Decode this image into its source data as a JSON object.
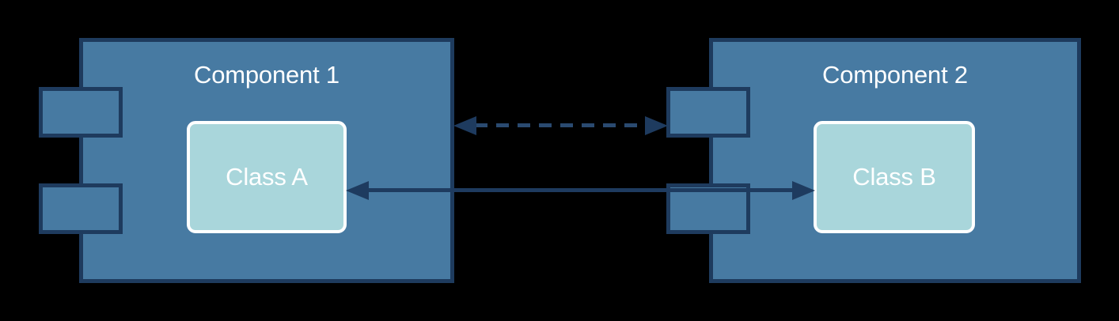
{
  "diagram": {
    "type": "uml-component-diagram",
    "palette": {
      "component_fill": "#477AA2",
      "component_border": "#1E3B5E",
      "class_fill": "#A9D6DB",
      "class_border": "#FFFFFF",
      "connector_color": "#1E3B5F",
      "dashed_connector_color": "#2A4A70",
      "label_color": "#FFFFFF",
      "background_color": "#000000"
    },
    "components": [
      {
        "label": "Component 1",
        "class_label": "Class A",
        "port_count": 2
      },
      {
        "label": "Component 2",
        "class_label": "Class B",
        "port_count": 2
      }
    ],
    "connectors": [
      {
        "style": "dashed",
        "arrowheads": "both-ends",
        "between": [
          "Component 1",
          "Component 2"
        ]
      },
      {
        "style": "solid",
        "arrowheads": "both-ends",
        "between": [
          "Class A",
          "Class B"
        ]
      }
    ]
  }
}
